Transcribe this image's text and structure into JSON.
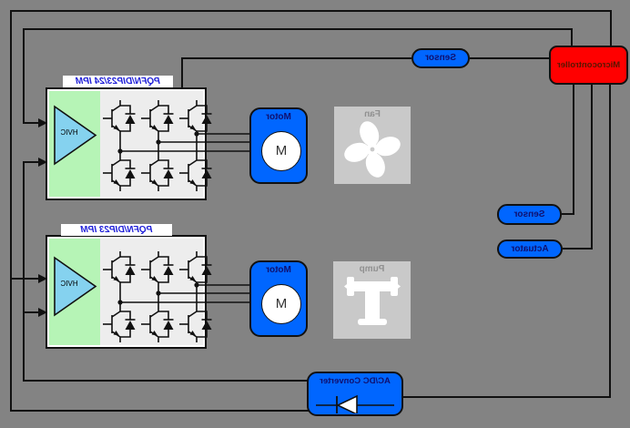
{
  "diagram": {
    "orientation_note": "rendered horizontally mirrored",
    "blocks": {
      "ipm_top": {
        "label": "PQFN/DIP23/24 IPM",
        "hvic": "HVIC"
      },
      "ipm_bottom": {
        "label": "PQFN/DIP23 IPM",
        "hvic": "HVIC"
      },
      "motor_top": {
        "label": "Motor",
        "symbol": "M"
      },
      "motor_bottom": {
        "label": "Motor",
        "symbol": "M"
      },
      "fan": {
        "label": "Fan"
      },
      "pump": {
        "label": "Pump"
      },
      "sensor_top": {
        "label": "Sensor"
      },
      "sensor_side": {
        "label": "Sensor"
      },
      "actuator": {
        "label": "Actuator"
      },
      "microcontroller": {
        "label": "Microcontroller"
      },
      "acdc_converter": {
        "label": "AC/DC Converter"
      }
    },
    "colors": {
      "background": "#838383",
      "accent_blue": "#0066FF",
      "microcontroller_red": "#FF0000",
      "driver_green": "#B6F4B6",
      "hvic_fill": "#85D2EF",
      "ipm_label_blue": "#2020D8",
      "blue_box_text": "#10106E",
      "wire": "#000000"
    }
  }
}
